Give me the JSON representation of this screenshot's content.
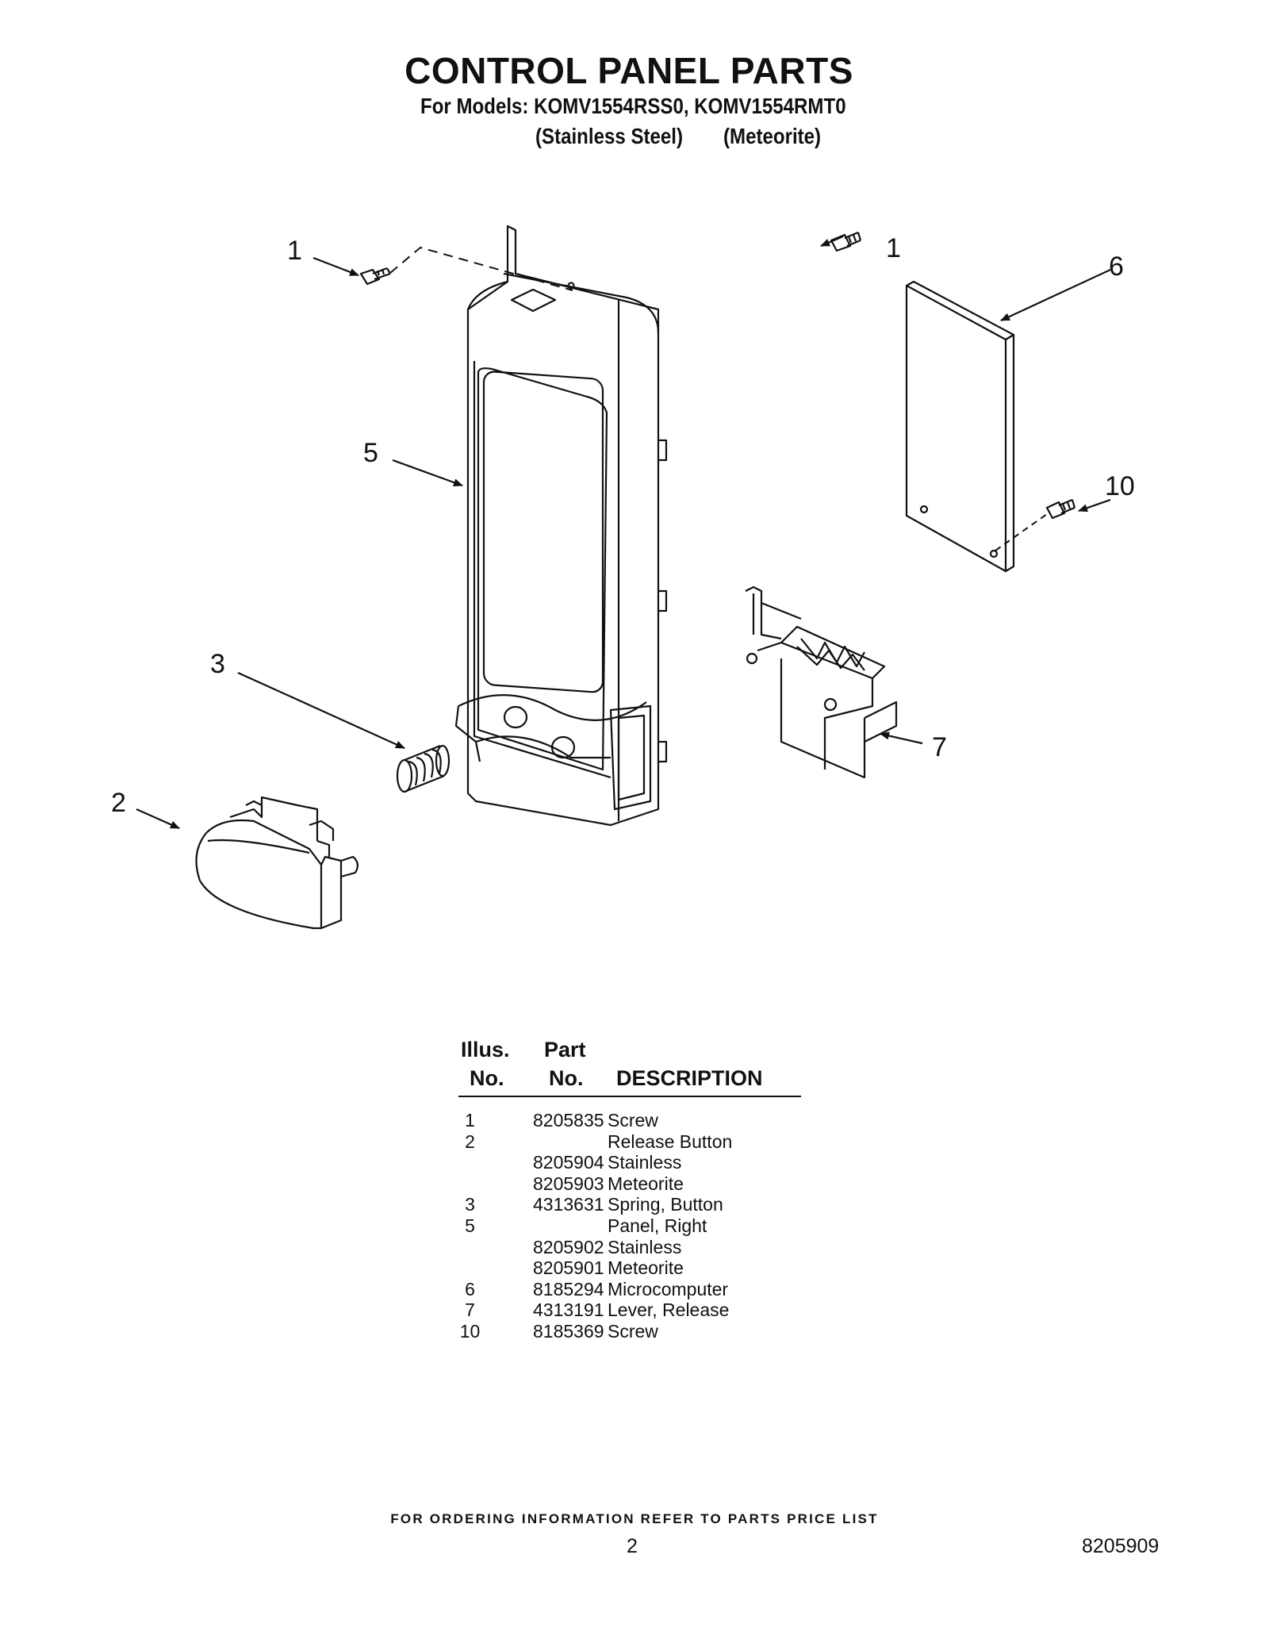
{
  "header": {
    "title": "CONTROL PANEL PARTS",
    "models_line": "For Models: KOMV1554RSS0, KOMV1554RMT0",
    "finish_1": "(Stainless Steel)",
    "finish_2": "(Meteorite)"
  },
  "callouts": {
    "c1a": "1",
    "c1b": "1",
    "c2": "2",
    "c3": "3",
    "c5": "5",
    "c6": "6",
    "c7": "7",
    "c10": "10"
  },
  "table": {
    "col1_line1": "Illus.",
    "col1_line2": "No.",
    "col2_line1": "Part",
    "col2_line2": "No.",
    "col3": "DESCRIPTION",
    "rows": [
      {
        "illus": "1",
        "part": "8205835",
        "desc": "Screw"
      },
      {
        "illus": "2",
        "part": "",
        "desc": "Release Button"
      },
      {
        "illus": "",
        "part": "8205904",
        "desc": "Stainless"
      },
      {
        "illus": "",
        "part": "8205903",
        "desc": "Meteorite"
      },
      {
        "illus": "3",
        "part": "4313631",
        "desc": "Spring, Button"
      },
      {
        "illus": "5",
        "part": "",
        "desc": "Panel, Right"
      },
      {
        "illus": "",
        "part": "8205902",
        "desc": "Stainless"
      },
      {
        "illus": "",
        "part": "8205901",
        "desc": "Meteorite"
      },
      {
        "illus": "6",
        "part": "8185294",
        "desc": "Microcomputer"
      },
      {
        "illus": "7",
        "part": "4313191",
        "desc": "Lever, Release"
      },
      {
        "illus": "10",
        "part": "8185369",
        "desc": "Screw"
      }
    ]
  },
  "footer": {
    "note": "FOR ORDERING INFORMATION REFER TO PARTS PRICE LIST",
    "page_number": "2",
    "document_number": "8205909"
  }
}
